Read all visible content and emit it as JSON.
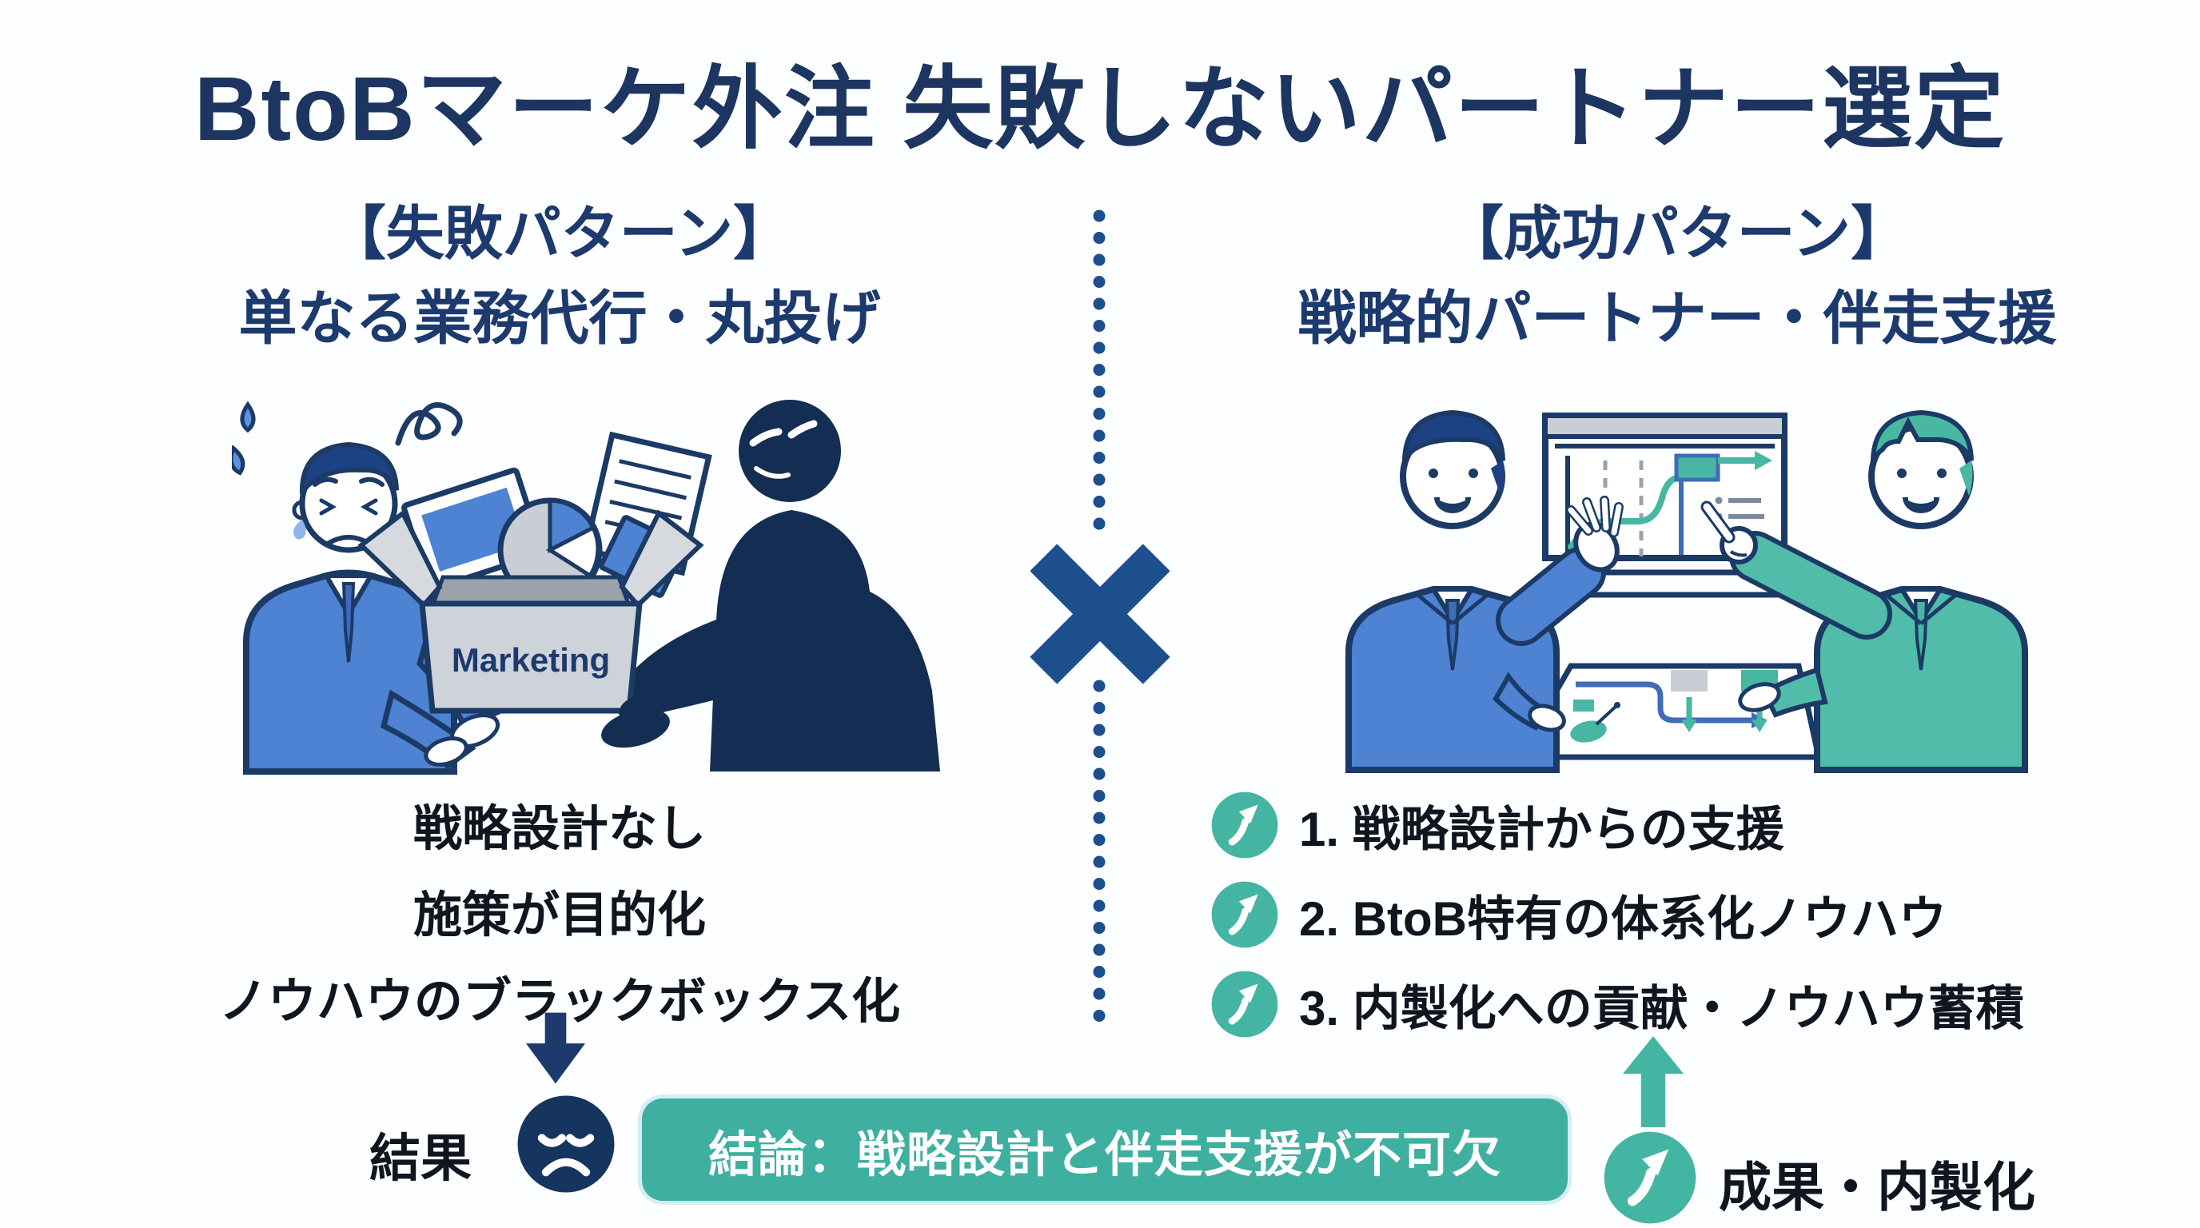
{
  "title": "BtoBマーケ外注 失敗しないパートナー選定",
  "failure": {
    "heading_line1": "【失敗パターン】",
    "heading_line2": "単なる業務代行・丸投げ",
    "box_label": "Marketing",
    "issues": [
      "戦略設計なし",
      "施策が目的化",
      "ノウハウのブラックボックス化"
    ],
    "result_label": "結果"
  },
  "success": {
    "heading_line1": "【成功パターン】",
    "heading_line2": "戦略的パートナー・伴走支援",
    "benefits": [
      "1. 戦略設計からの支援",
      "2. BtoB特有の体系化ノウハウ",
      "3. 内製化への貢献・ノウハウ蓄積"
    ],
    "outcome_label": "成果・内製化"
  },
  "conclusion": "結論：戦略設計と伴走支援が不可欠",
  "divider": {
    "separator_glyph": "×"
  },
  "icons": {
    "benefit_bullet": "growth-arrow-circle-icon",
    "failure_flow": "down-arrow-icon",
    "failure_result": "sad-face-icon",
    "success_flow": "up-arrow-icon",
    "success_result": "growth-arrow-circle-icon",
    "divider_mark": "cross-icon",
    "divider_line": "vertical-dotted-line"
  },
  "colors": {
    "title_navy": "#1c3561",
    "heading_navy": "#1d3a6e",
    "text_black": "#10161f",
    "divider_blue": "#1d4e8e",
    "banner_teal": "#3fafa0",
    "icon_teal": "#45b5a3",
    "suit_blue": "#4e82d2",
    "suit_teal": "#52bcaa",
    "hair_navy": "#1c4284",
    "hair_teal": "#49b8a3",
    "silhouette_navy": "#132e52",
    "sad_face_navy": "#15355f",
    "box_gray": "#ced3d9",
    "outline_navy": "#1b3a66",
    "banner_text": "#ffffff"
  }
}
